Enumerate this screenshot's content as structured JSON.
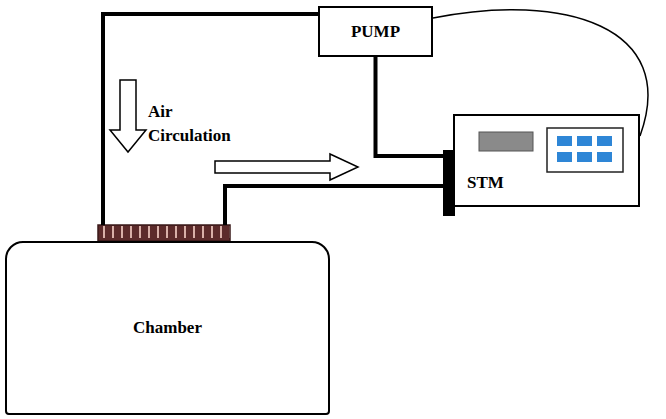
{
  "diagram": {
    "nodes": [
      {
        "text": [
          "PUMP"
        ]
      },
      {
        "text": [
          "STM"
        ]
      },
      {
        "text": [
          "Chamber"
        ]
      }
    ],
    "edges": [
      {
        "from": 0,
        "to": 2,
        "arrow": "none"
      },
      {
        "from": 2,
        "to": 1,
        "arrow": "none"
      },
      {
        "from": 0,
        "to": 1,
        "arrow": "none"
      },
      {
        "from": 0,
        "to": 1,
        "arrow": "none"
      }
    ],
    "labels": [
      "Air Circulation"
    ]
  }
}
